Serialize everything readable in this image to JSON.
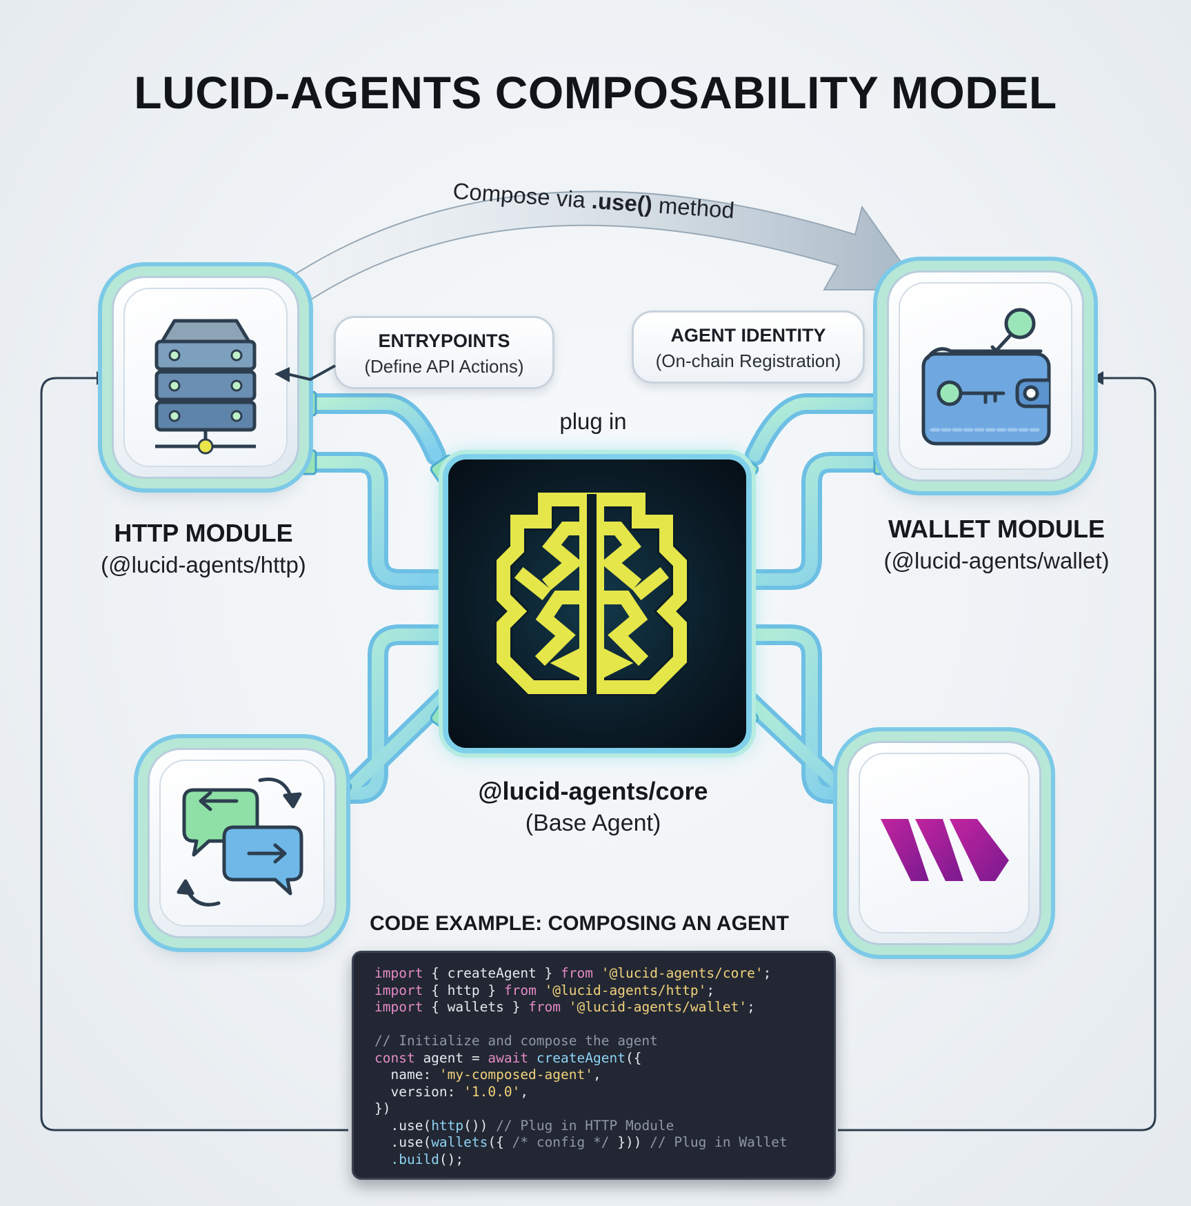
{
  "title": "LUCID-AGENTS COMPOSABILITY MODEL",
  "compose": {
    "prefix": "Compose via ",
    "method": ".use()",
    "suffix": " method"
  },
  "plug_in_label": "plug in",
  "http_module": {
    "title": "HTTP MODULE",
    "package": "(@lucid-agents/http)",
    "icon": "server-icon"
  },
  "wallet_module": {
    "title": "WALLET MODULE",
    "package": "(@lucid-agents/wallet)",
    "icon": "wallet-key-icon"
  },
  "a2a_module": {
    "icon": "chat-exchange-icon"
  },
  "brand_module": {
    "icon": "brand-logo-icon"
  },
  "entrypoints": {
    "title": "ENTRYPOINTS",
    "subtitle": "(Define API Actions)"
  },
  "agent_identity": {
    "title": "AGENT IDENTITY",
    "subtitle": "(On-chain Registration)"
  },
  "core": {
    "package": "@lucid-agents/core",
    "subtitle": "(Base Agent)",
    "icon": "brain-circuit-icon"
  },
  "code_example": {
    "title": "CODE EXAMPLE: COMPOSING AN AGENT",
    "lines": [
      [
        {
          "t": "import",
          "c": "kw"
        },
        {
          "t": " { createAgent } ",
          "c": ""
        },
        {
          "t": "from",
          "c": "kw"
        },
        {
          "t": " '@lucid-agents/core'",
          "c": "str"
        },
        {
          "t": ";",
          "c": ""
        }
      ],
      [
        {
          "t": "import",
          "c": "kw"
        },
        {
          "t": " { http } ",
          "c": ""
        },
        {
          "t": "from",
          "c": "kw"
        },
        {
          "t": " '@lucid-agents/http'",
          "c": "str"
        },
        {
          "t": ";",
          "c": ""
        }
      ],
      [
        {
          "t": "import",
          "c": "kw"
        },
        {
          "t": " { wallets } ",
          "c": ""
        },
        {
          "t": "from",
          "c": "kw"
        },
        {
          "t": " '@lucid-agents/wallet'",
          "c": "str"
        },
        {
          "t": ";",
          "c": ""
        }
      ],
      [],
      [
        {
          "t": "// Initialize and compose the agent",
          "c": "com"
        }
      ],
      [
        {
          "t": "const",
          "c": "kw"
        },
        {
          "t": " agent = ",
          "c": ""
        },
        {
          "t": "await",
          "c": "kw"
        },
        {
          "t": " createAgent",
          "c": "fn"
        },
        {
          "t": "({",
          "c": ""
        }
      ],
      [
        {
          "t": "  name: ",
          "c": ""
        },
        {
          "t": "'my-composed-agent'",
          "c": "str"
        },
        {
          "t": ",",
          "c": ""
        }
      ],
      [
        {
          "t": "  version: ",
          "c": ""
        },
        {
          "t": "'1.0.0'",
          "c": "str"
        },
        {
          "t": ",",
          "c": ""
        }
      ],
      [
        {
          "t": "})",
          "c": ""
        }
      ],
      [
        {
          "t": "  .use(",
          "c": ""
        },
        {
          "t": "http",
          "c": "fn"
        },
        {
          "t": "()) ",
          "c": ""
        },
        {
          "t": "// Plug in HTTP Module",
          "c": "com"
        }
      ],
      [
        {
          "t": "  .use(",
          "c": ""
        },
        {
          "t": "wallets",
          "c": "fn"
        },
        {
          "t": "({ ",
          "c": ""
        },
        {
          "t": "/* config */",
          "c": "com"
        },
        {
          "t": " })) ",
          "c": ""
        },
        {
          "t": "// Plug in Wallet",
          "c": "com"
        }
      ],
      [
        {
          "t": "  .build",
          "c": "fn"
        },
        {
          "t": "();",
          "c": ""
        }
      ]
    ]
  },
  "colors": {
    "accent_green": "#b7e7d6",
    "accent_blue": "#7cc9e8",
    "core_dark": "#0b1c27",
    "brain_yellow": "#e5e64a",
    "line_dark": "#2c3e4f",
    "brand_purple": "#b01c9c"
  }
}
